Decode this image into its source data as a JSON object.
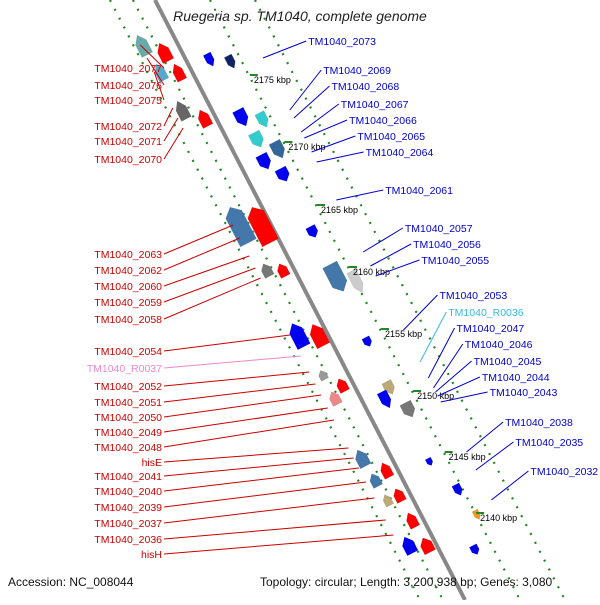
{
  "title": "Ruegeria sp. TM1040, complete genome",
  "footer": {
    "accession": "Accession: NC_008044",
    "topology": "Topology: circular; Length: 3,200,938 bp; Genes: 3,080"
  },
  "colors": {
    "left_label": "#cc0000",
    "right_label": "#0000cc",
    "rna_left": "#ee88cc",
    "rna_right": "#33bbdd",
    "gene_red": "#ff0000",
    "gene_blue": "#0000ee",
    "grid_green": "#228822"
  },
  "kbp_labels": [
    "2175 kbp",
    "2170 kbp",
    "2165 kbp",
    "2160 kbp",
    "2155 kbp",
    "2150 kbp",
    "2145 kbp",
    "2140 kbp"
  ],
  "left_labels": [
    {
      "text": "TM1040_2077",
      "type": "gene"
    },
    {
      "text": "TM1040_2076",
      "type": "gene"
    },
    {
      "text": "TM1040_2075",
      "type": "gene"
    },
    {
      "text": "TM1040_2072",
      "type": "gene"
    },
    {
      "text": "TM1040_2071",
      "type": "gene"
    },
    {
      "text": "TM1040_2070",
      "type": "gene"
    },
    {
      "text": "TM1040_2063",
      "type": "gene"
    },
    {
      "text": "TM1040_2062",
      "type": "gene"
    },
    {
      "text": "TM1040_2060",
      "type": "gene"
    },
    {
      "text": "TM1040_2059",
      "type": "gene"
    },
    {
      "text": "TM1040_2058",
      "type": "gene"
    },
    {
      "text": "TM1040_2054",
      "type": "gene"
    },
    {
      "text": "TM1040_R0037",
      "type": "rna"
    },
    {
      "text": "TM1040_2052",
      "type": "gene"
    },
    {
      "text": "TM1040_2051",
      "type": "gene"
    },
    {
      "text": "TM1040_2050",
      "type": "gene"
    },
    {
      "text": "TM1040_2049",
      "type": "gene"
    },
    {
      "text": "TM1040_2048",
      "type": "gene"
    },
    {
      "text": "hisE",
      "type": "gene"
    },
    {
      "text": "TM1040_2041",
      "type": "gene"
    },
    {
      "text": "TM1040_2040",
      "type": "gene"
    },
    {
      "text": "TM1040_2039",
      "type": "gene"
    },
    {
      "text": "TM1040_2037",
      "type": "gene"
    },
    {
      "text": "TM1040_2036",
      "type": "gene"
    },
    {
      "text": "hisH",
      "type": "gene"
    }
  ],
  "right_labels": [
    {
      "text": "TM1040_2073",
      "type": "gene"
    },
    {
      "text": "TM1040_2069",
      "type": "gene"
    },
    {
      "text": "TM1040_2068",
      "type": "gene"
    },
    {
      "text": "TM1040_2067",
      "type": "gene"
    },
    {
      "text": "TM1040_2066",
      "type": "gene"
    },
    {
      "text": "TM1040_2065",
      "type": "gene"
    },
    {
      "text": "TM1040_2064",
      "type": "gene"
    },
    {
      "text": "TM1040_2061",
      "type": "gene"
    },
    {
      "text": "TM1040_2057",
      "type": "gene"
    },
    {
      "text": "TM1040_2056",
      "type": "gene"
    },
    {
      "text": "TM1040_2055",
      "type": "gene"
    },
    {
      "text": "TM1040_2053",
      "type": "gene"
    },
    {
      "text": "TM1040_R0036",
      "type": "rna"
    },
    {
      "text": "TM1040_2047",
      "type": "gene"
    },
    {
      "text": "TM1040_2046",
      "type": "gene"
    },
    {
      "text": "TM1040_2045",
      "type": "gene"
    },
    {
      "text": "TM1040_2044",
      "type": "gene"
    },
    {
      "text": "TM1040_2043",
      "type": "gene"
    },
    {
      "text": "TM1040_2038",
      "type": "gene"
    },
    {
      "text": "TM1040_2035",
      "type": "gene"
    },
    {
      "text": "TM1040_2032",
      "type": "gene"
    }
  ]
}
